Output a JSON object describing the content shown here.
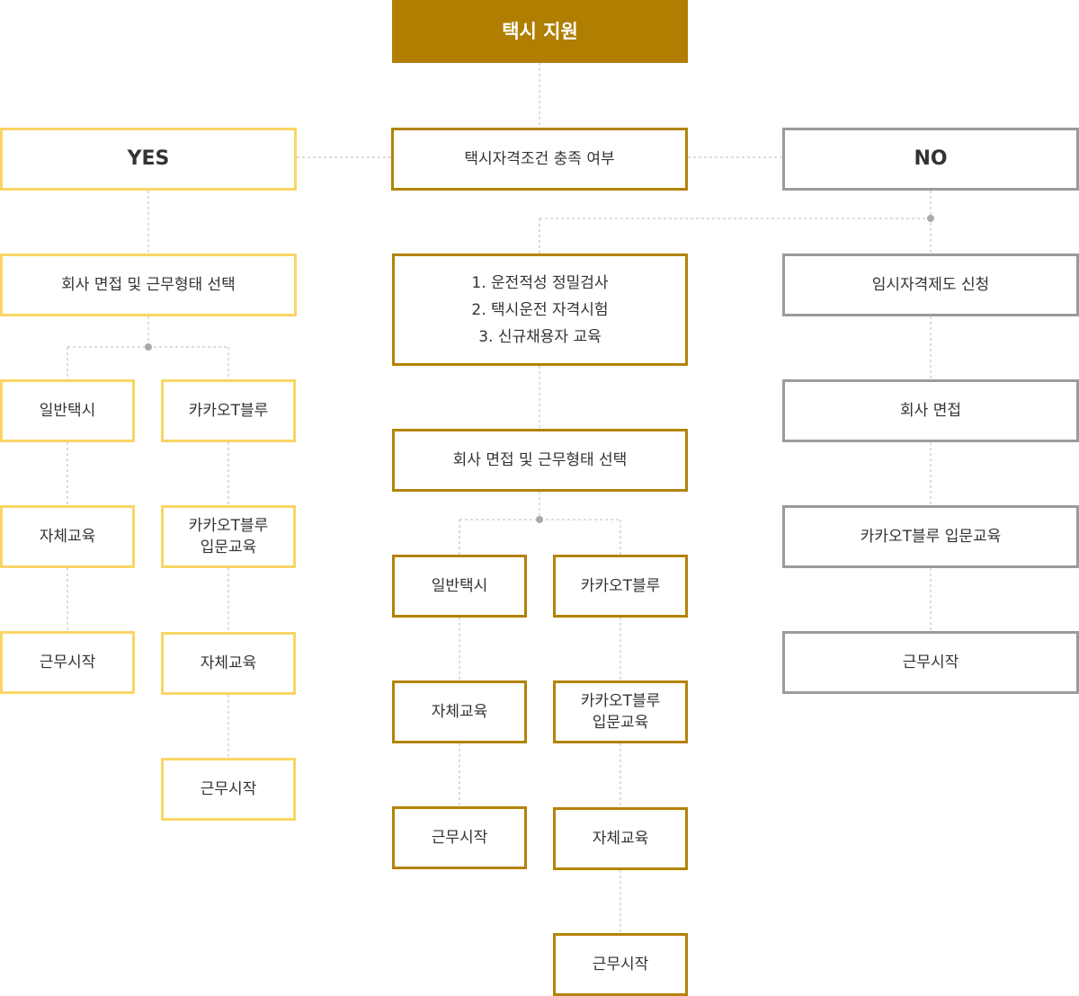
{
  "header": "택시 지원",
  "condition": "택시자격조건 충족 여부",
  "yes": {
    "title": "YES",
    "interview": "회사 면접 및 근무형태 선택",
    "general": [
      "일반택시",
      "자체교육",
      "근무시작"
    ],
    "kakao": [
      "카카오T블루",
      "카카오T블루\n입문교육",
      "자체교육",
      "근무시작"
    ]
  },
  "mid": {
    "steps": [
      "1. 운전적성 정밀검사",
      "2. 택시운전 자격시험",
      "3. 신규채용자 교육"
    ],
    "interview": "회사 면접 및 근무형태 선택",
    "general": [
      "일반택시",
      "자체교육",
      "근무시작"
    ],
    "kakao": [
      "카카오T블루",
      "카카오T블루\n입문교육",
      "자체교육",
      "근무시작"
    ]
  },
  "no": {
    "title": "NO",
    "steps": [
      "임시자격제도 신청",
      "회사 면접",
      "카카오T블루 입문교육",
      "근무시작"
    ]
  },
  "colors": {
    "header_fill": "#b07e00",
    "yes_border": "#f9d566",
    "center_border": "#b38307",
    "no_border": "#9b9b9b",
    "connector": "#bbbbbb"
  }
}
